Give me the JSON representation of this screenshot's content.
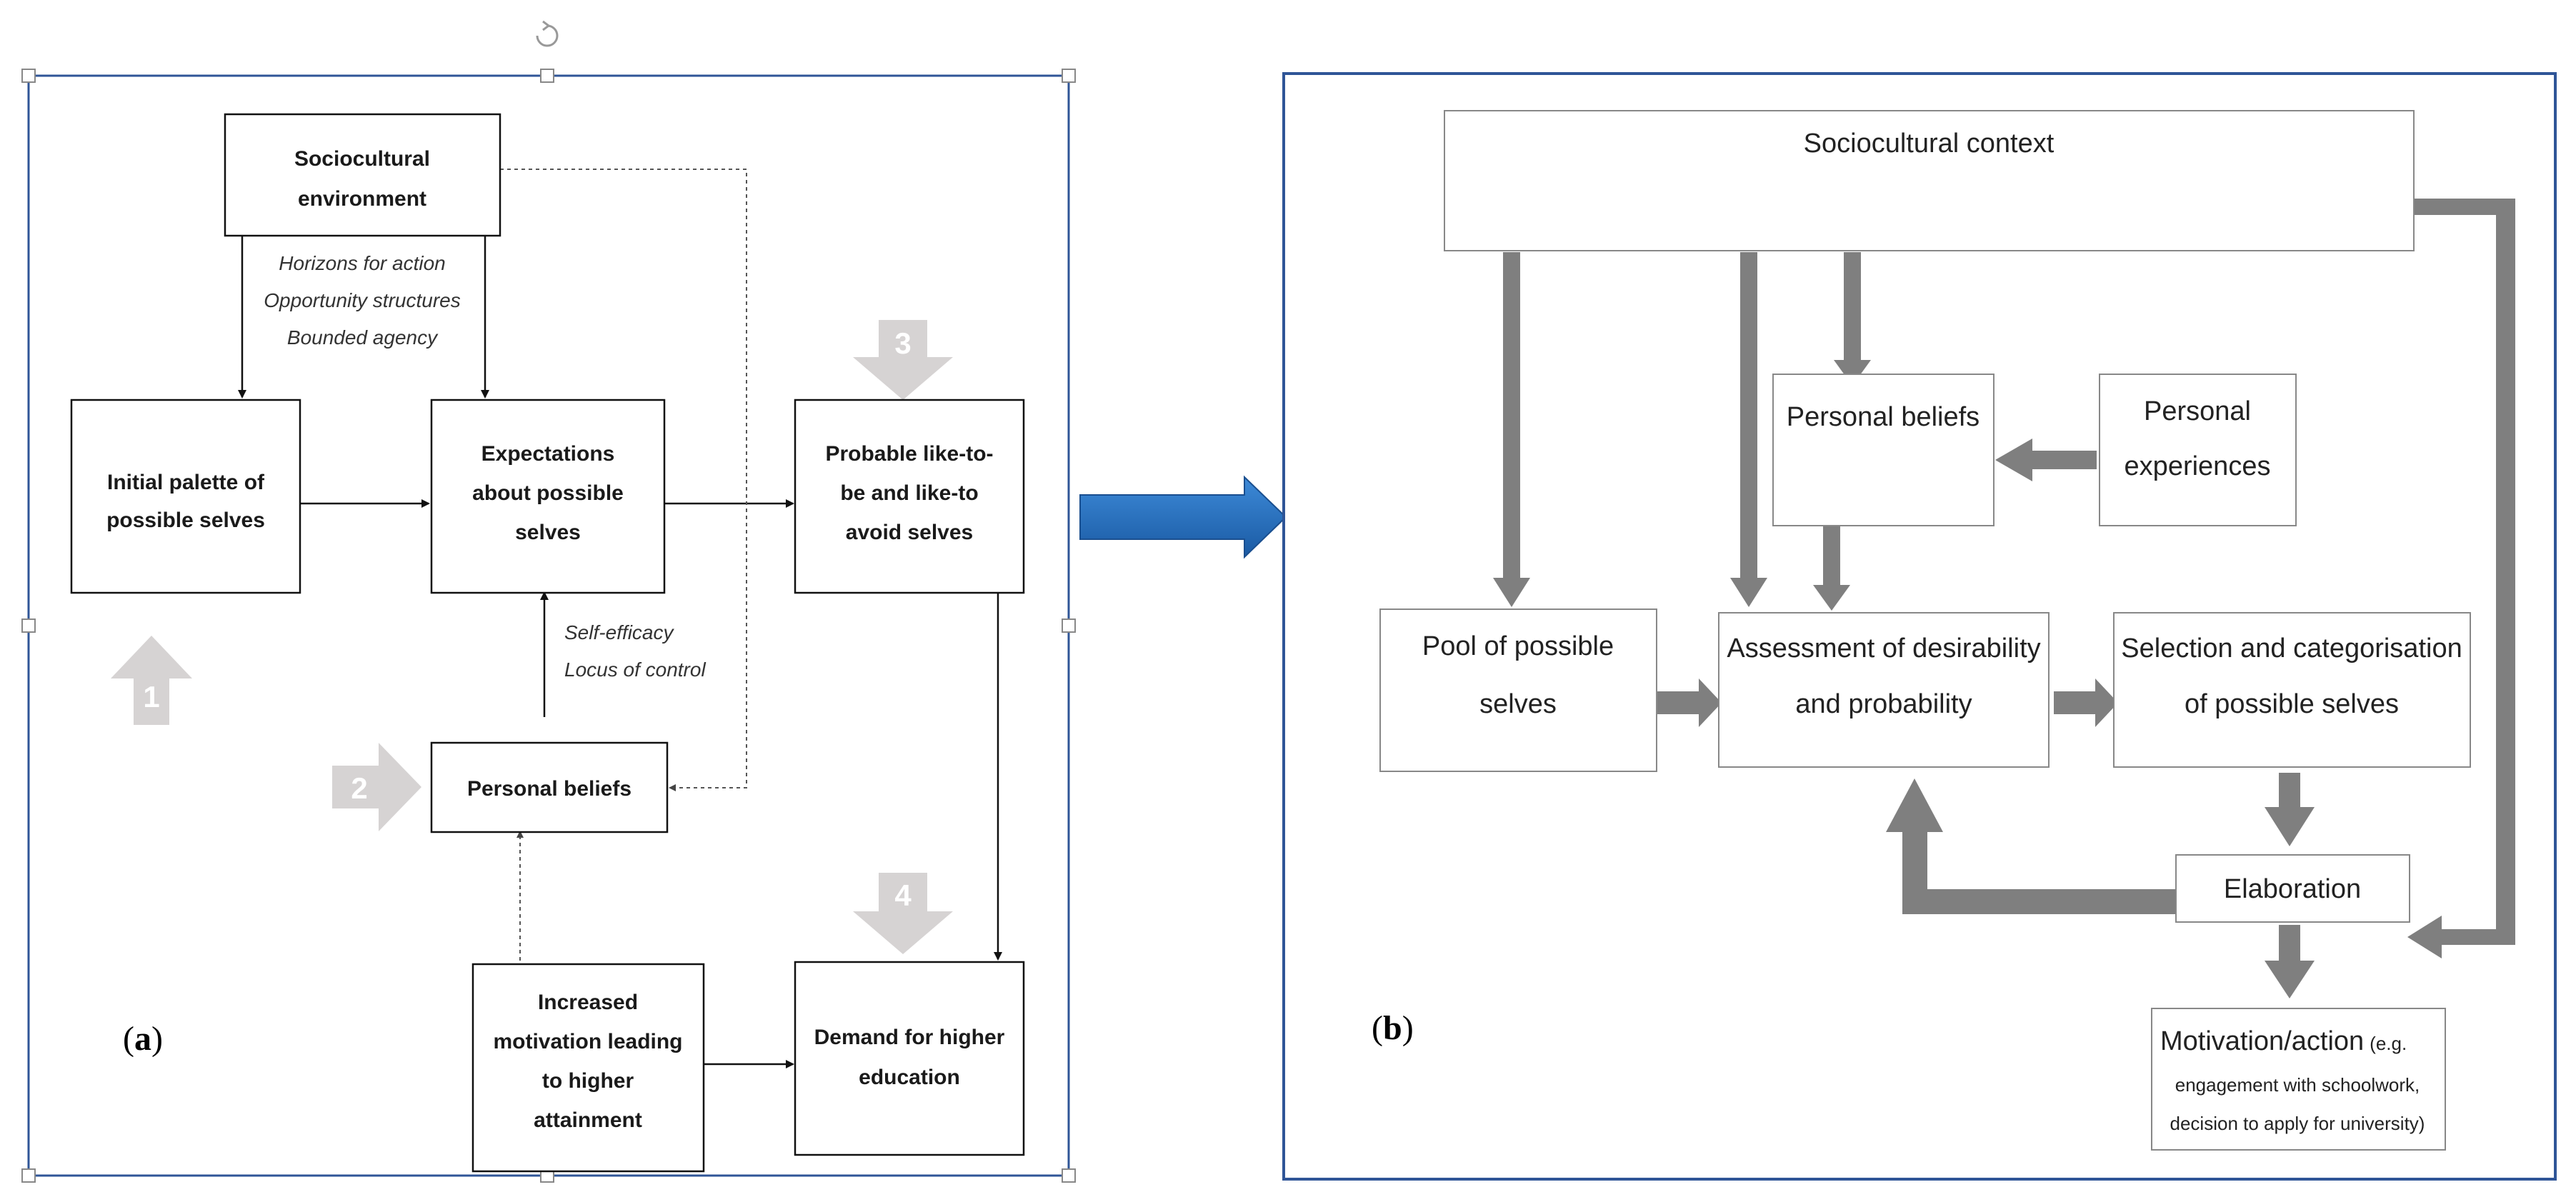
{
  "panel_a": {
    "caption": "a",
    "nodes": {
      "sociocultural": [
        "Sociocultural",
        "environment"
      ],
      "palette": [
        "Initial palette of",
        "possible selves"
      ],
      "expectations": [
        "Expectations",
        "about possible",
        "selves"
      ],
      "probable": [
        "Probable like-to-",
        "be and like-to",
        "avoid selves"
      ],
      "beliefs": [
        "Personal beliefs"
      ],
      "motivation": [
        "Increased",
        "motivation leading",
        "to higher",
        "attainment"
      ],
      "demand": [
        "Demand for higher",
        "education"
      ]
    },
    "annotations": {
      "horizons": [
        "Horizons for action",
        "Opportunity structures",
        "Bounded agency"
      ],
      "efficacy": [
        "Self-efficacy",
        "Locus of control"
      ]
    },
    "stage_numbers": [
      "1",
      "2",
      "3",
      "4"
    ]
  },
  "panel_b": {
    "caption": "b",
    "nodes": {
      "context": [
        "Sociocultural context"
      ],
      "beliefs": [
        "Personal beliefs"
      ],
      "experiences": [
        "Personal",
        "experiences"
      ],
      "pool": [
        "Pool of possible",
        "selves"
      ],
      "assessment": [
        "Assessment of desirability",
        "and probability"
      ],
      "selection": [
        "Selection and categorisation",
        "of possible selves"
      ],
      "elaboration": [
        "Elaboration"
      ],
      "motivation_main": "Motivation/action",
      "motivation_note": [
        "(e.g.",
        "engagement with schoolwork,",
        "decision to apply for university)"
      ]
    }
  },
  "colors": {
    "frame": "#2f5597",
    "arrow_gray": "#7f7f7f",
    "stage_gray": "#d6d3d3",
    "big_arrow": "#1f6fc2"
  }
}
